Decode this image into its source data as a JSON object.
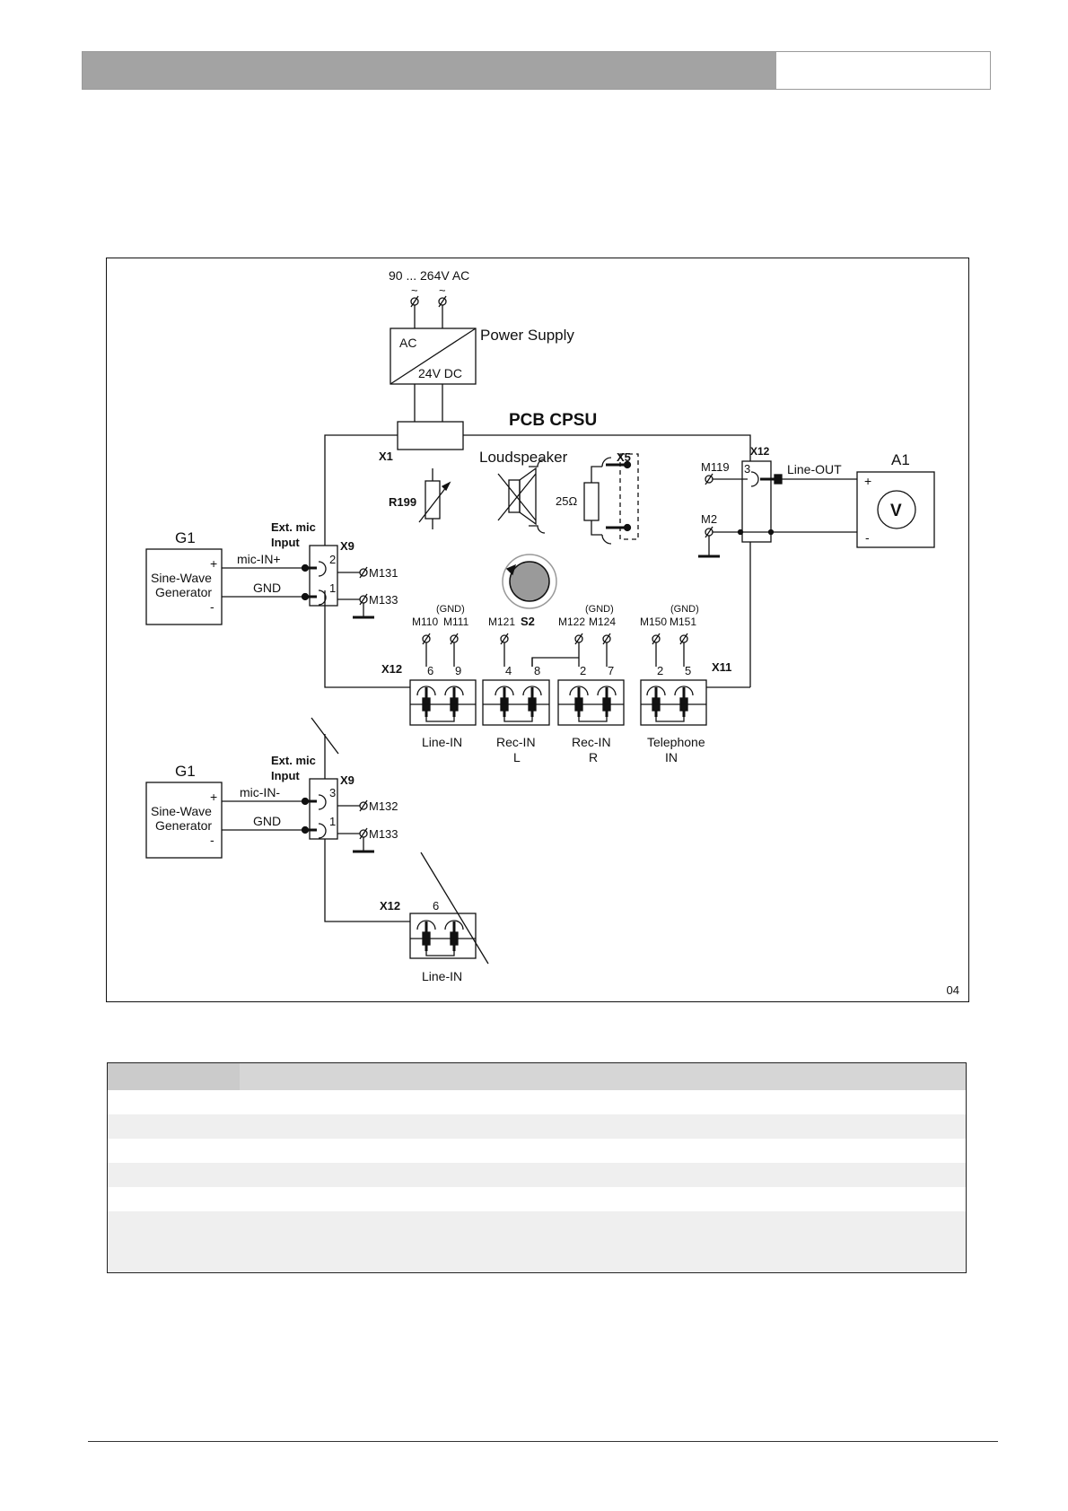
{
  "diagram": {
    "figure_number": "04",
    "supply": {
      "voltage": "90 ... 264V AC",
      "tilde": "~",
      "box_top": "AC",
      "box_bottom": "24V DC",
      "label": "Power Supply"
    },
    "pcb_title": "PCB CPSU",
    "x1": "X1",
    "loudspeaker": "Loudspeaker",
    "resistor": "R199",
    "load": "25Ω",
    "x5": "X5",
    "s2": "S2",
    "x12_top_label": "X12",
    "m119": "M119",
    "pin3": "3",
    "line_out": "Line-OUT",
    "m2": "M2",
    "a1": "A1",
    "plus": "+",
    "minus": "-",
    "voltmeter": "V",
    "ext_mic_line1": "Ext. mic",
    "ext_mic_line2": "Input",
    "x9": "X9",
    "g1": "G1",
    "generator_line1": "Sine-Wave",
    "generator_line2": "Generator",
    "mic_in_plus": "mic-IN+",
    "mic_in_minus": "mic-IN-",
    "gnd": "GND",
    "pin1": "1",
    "pin2": "2",
    "m131": "M131",
    "m132": "M132",
    "m133": "M133",
    "gnd_paren": "(GND)",
    "m110": "M110",
    "m111": "M111",
    "m121": "M121",
    "m122": "M122",
    "m124": "M124",
    "m150": "M150",
    "m151": "M151",
    "x12_bottom_label": "X12",
    "x11": "X11",
    "pin6": "6",
    "pin9": "9",
    "pin4": "4",
    "pin8": "8",
    "pin7": "7",
    "pin5": "5",
    "line_in": "Line-IN",
    "rec_in": "Rec-IN",
    "rec_l": "L",
    "rec_r": "R",
    "telephone_line1": "Telephone",
    "telephone_line2": "IN"
  }
}
